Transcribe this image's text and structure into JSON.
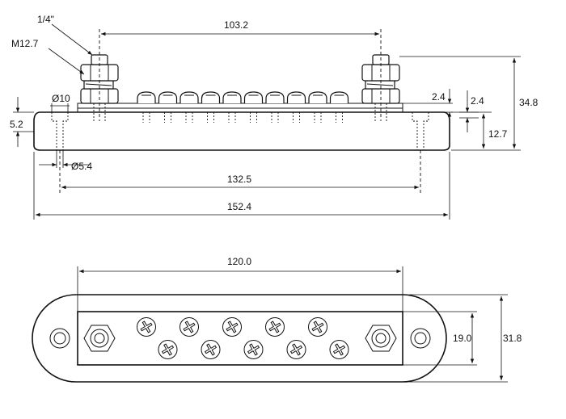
{
  "side_view": {
    "labels": {
      "stud_thread": "1/4\"",
      "nut_size": "M12.7",
      "washer_dia": "Ø10",
      "base_step": "5.2",
      "hole_dia": "Ø5.4",
      "stud_spacing": "103.2",
      "hole_spacing": "132.5",
      "overall_length": "152.4",
      "overall_height": "34.8",
      "base_height": "12.7",
      "strip_thickness_a": "2.4",
      "strip_thickness_b": "2.4"
    }
  },
  "top_view": {
    "labels": {
      "strip_length": "120.0",
      "strip_width": "19.0",
      "overall_width": "31.8"
    },
    "screw_count": 10
  }
}
